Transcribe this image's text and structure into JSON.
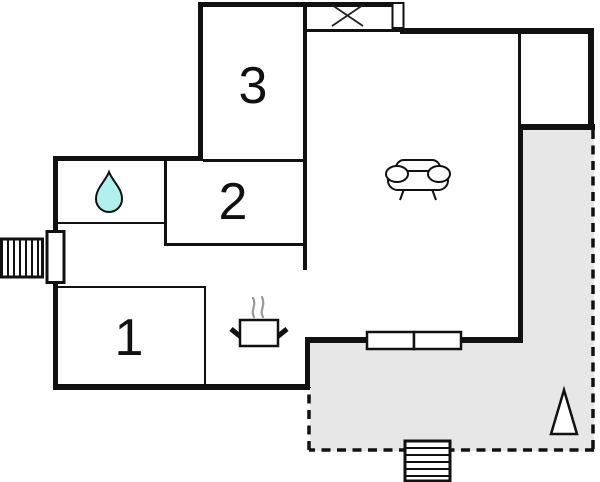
{
  "floorplan": {
    "rooms": [
      {
        "label": "1"
      },
      {
        "label": "2"
      },
      {
        "label": "3"
      }
    ],
    "icons": {
      "water_drop": "water-drop-icon",
      "cooking_pot": "cooking-pot-icon",
      "sofa": "sofa-icon",
      "window_cross": "window-cross-icon",
      "north_arrow": "north-arrow-icon",
      "stairs": "stairs-icon",
      "ladder": "ladder-icon"
    },
    "colors": {
      "wall": "#111111",
      "terrace": "#e7e7e7",
      "water_drop": "#b2f0ee",
      "steam": "#999999",
      "background": "#ffffff"
    }
  }
}
